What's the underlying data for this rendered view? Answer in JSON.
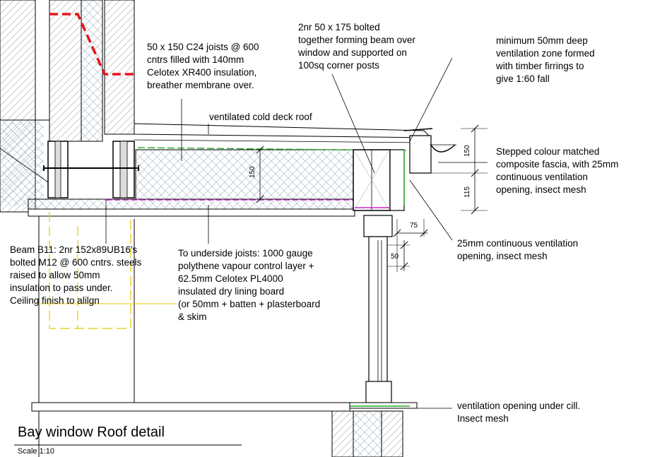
{
  "title": "Bay window Roof detail",
  "scale": "Scale 1:10",
  "notes": {
    "joists": "50 x 150 C24 joists @ 600\ncntrs filled with 140mm\nCelotex XR400 insulation,\nbreather membrane over.",
    "beam_timber": "2nr 50 x 175 bolted\ntogether forming beam over\nwindow and supported on\n100sq corner posts",
    "vent_zone": "minimum 50mm deep\nventilation zone formed\nwith timber firrings to\ngive 1:60 fall",
    "cold_deck": "ventilated cold deck roof",
    "fascia": "Stepped colour matched\ncomposite fascia, with 25mm\ncontinuous ventilation\nopening, insect mesh",
    "vent_25": "25mm continuous ventilation\nopening, insect mesh",
    "beam_b11": "Beam B11: 2nr 152x89UB16's\nbolted M12 @ 600 cntrs. steels\nraised to allow 50mm\ninsulation to pass under.\nCeiling finish to alilgn",
    "underside": "To underside joists: 1000 gauge\npolythene vapour control layer +\n62.5mm Celotex PL4000\ninsulated dry lining board\n(or 50mm + batten + plasterboard\n& skim",
    "cill": "ventilation opening under cill.\nInsect mesh"
  },
  "dimensions": {
    "joist_depth": "150",
    "fascia_upper": "150",
    "fascia_lower": "115",
    "frame_width": "75",
    "frame_step": "50"
  },
  "colors": {
    "line": "#000000",
    "red_dash": "#e8141c",
    "green_membrane": "#22aa22",
    "magenta_vcl": "#cc22cc",
    "yellow_ceiling": "#e8c800",
    "insulation_hatch": "#9ab0c4"
  }
}
